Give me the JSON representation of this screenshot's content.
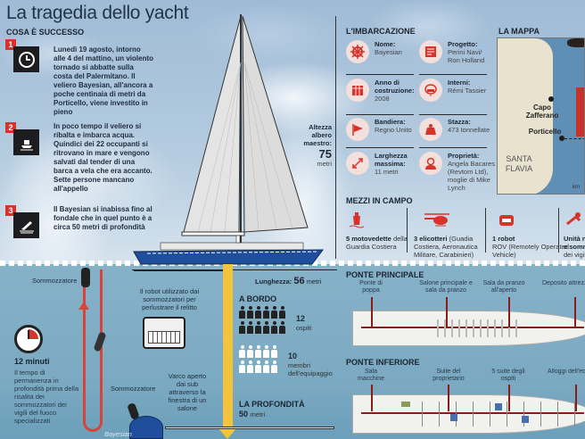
{
  "title": "La tragedia dello yacht",
  "cosa_successo": {
    "heading": "COSA È SUCCESSO",
    "steps": [
      {
        "num": "1",
        "icon": "clock-icon",
        "text": "Lunedì 19 agosto, intorno alle 4 del mattino, un violento tornado si abbatte sulla costa del Palermitano. Il veliero Bayesian, all'ancora a poche centinaia di metri da Porticello, viene investito in pieno"
      },
      {
        "num": "2",
        "icon": "capsizing-ship-icon",
        "text": "In poco tempo il veliero si ribalta e imbarca acqua. Quindici dei 22 occupanti si ritrovano in mare e vengono salvati dal tender di una barca a vela che era accanto. Sette persone mancano all'appello"
      },
      {
        "num": "3",
        "icon": "sinking-ship-icon",
        "text": "Il Bayesian si inabissa fino al fondale che in quel punto è a circa 50 metri di profondità"
      }
    ]
  },
  "mast": {
    "label": "Altezza albero maestro:",
    "value": "75",
    "unit": "metri"
  },
  "length": {
    "label": "Lunghezza:",
    "value": "56",
    "unit": "metri"
  },
  "imbarcazione": {
    "heading": "L'IMBARCAZIONE",
    "items": [
      {
        "icon": "helm-wheel-icon",
        "label": "Nome:",
        "value": "Bayesian"
      },
      {
        "icon": "blueprint-icon",
        "label": "Progetto:",
        "value": "Perini Navi/ Ron Holland"
      },
      {
        "icon": "calendar-icon",
        "label": "Anno di costruzione:",
        "value": "2008"
      },
      {
        "icon": "armchair-icon",
        "label": "Interni:",
        "value": "Rémi Tassier"
      },
      {
        "icon": "flag-icon",
        "label": "Bandiera:",
        "value": "Regno Unito"
      },
      {
        "icon": "weight-icon",
        "label": "Stazza:",
        "value": "473 tonnellate"
      },
      {
        "icon": "width-arrows-icon",
        "label": "Larghezza massima:",
        "value": "11 metri"
      },
      {
        "icon": "owner-icon",
        "label": "Proprietà:",
        "value": "Angela Bacares (Revtom Ltd), moglie di Mike Lynch"
      }
    ]
  },
  "mappa": {
    "heading": "LA MAPPA",
    "places": [
      "Capo Zafferano",
      "Porticello",
      "SANTA FLAVIA"
    ],
    "scale": "km"
  },
  "mezzi": {
    "heading": "MEZZI IN CAMPO",
    "items": [
      {
        "icon": "patrol-boat-icon",
        "bold": "5 motovedette",
        "text": "della Guardia Costiera"
      },
      {
        "icon": "helicopter-icon",
        "bold": "3 elicotteri",
        "text": "(Guadia Costiera, Aeronautica Militare, Carabinieri)"
      },
      {
        "icon": "robot-icon",
        "bold": "1 robot",
        "text": "ROV (Remotely Operated Vehicle)"
      },
      {
        "icon": "diver-icon",
        "bold": "Unità na e somm",
        "text": "dei vigili"
      }
    ]
  },
  "underwater": {
    "diver1": "Sommozzatore",
    "diver2": "Sommozzatore",
    "robot_caption": "Il robot utilizzato dai sommozzatori per perlustrare il relitto",
    "opening_caption": "Varco aperto dai sub attraverso la finestra di un salone",
    "wreck_label": "Bayesian",
    "time": {
      "value": "12 minuti",
      "text": "Il tempo di permanenza in profondità prima della risalita dei sommozzatori dei vigili del fuoco specializzati"
    }
  },
  "a_bordo": {
    "heading": "A BORDO",
    "guests": {
      "value": "12",
      "label": "ospiti"
    },
    "crew": {
      "value": "10",
      "label": "membri dell'equipaggio"
    }
  },
  "profondita": {
    "heading": "LA PROFONDITÀ",
    "value": "50",
    "unit": "metri"
  },
  "ponte_principale": {
    "heading": "PONTE PRINCIPALE",
    "labels": [
      "Ponte di poppa",
      "Salone principale e sala da pranzo",
      "Sala da pranzo all'aperto",
      "Deposito attrezzatura e"
    ]
  },
  "ponte_inferiore": {
    "heading": "PONTE INFERIORE",
    "labels": [
      "Sala macchine",
      "Suite del proprietario",
      "5 suite degli ospiti",
      "Alloggi dell'equipag"
    ]
  }
}
